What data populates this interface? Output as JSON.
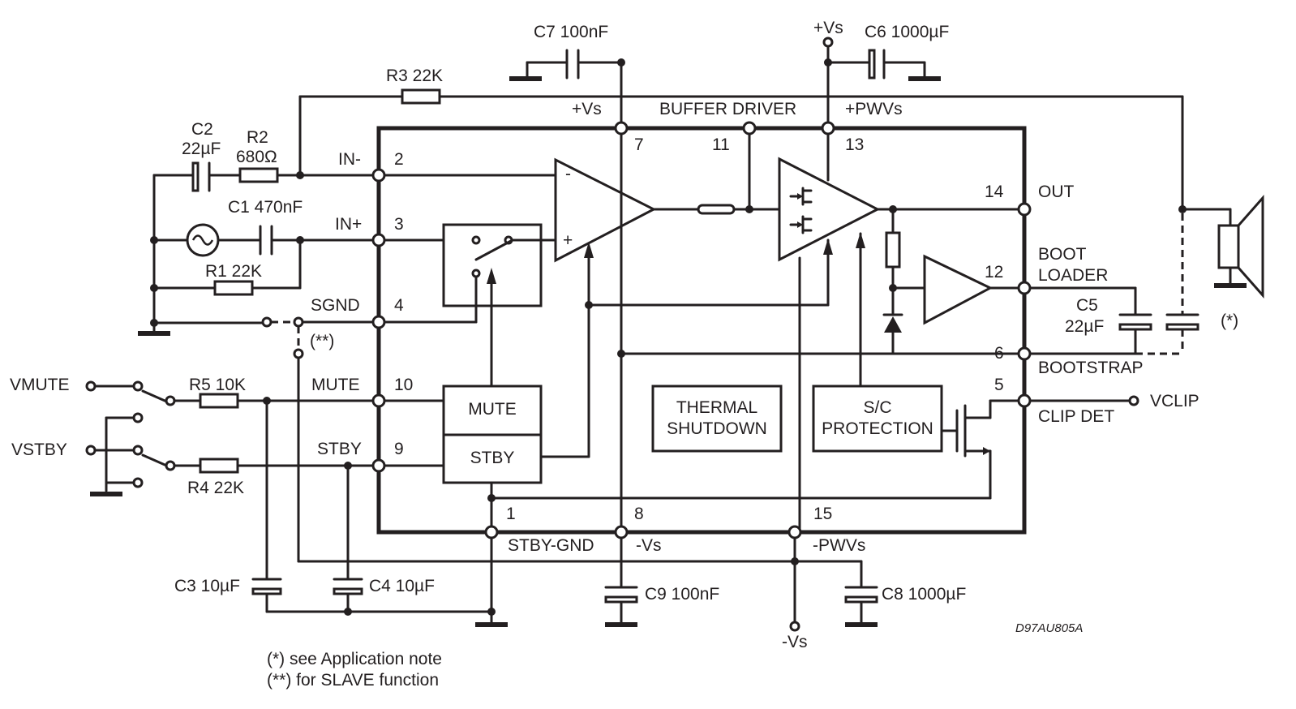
{
  "diagram": {
    "pins": [
      {
        "number": "2",
        "name": "IN-"
      },
      {
        "number": "3",
        "name": "IN+"
      },
      {
        "number": "4",
        "name": "SGND"
      },
      {
        "number": "10",
        "name": "MUTE"
      },
      {
        "number": "9",
        "name": "STBY"
      },
      {
        "number": "7",
        "name": "+Vs"
      },
      {
        "number": "11",
        "name": "BUFFER DRIVER"
      },
      {
        "number": "13",
        "name": "+PWVs"
      },
      {
        "number": "14",
        "name": "OUT"
      },
      {
        "number": "12",
        "name": "BOOT LOADER"
      },
      {
        "number": "6",
        "name": "BOOTSTRAP"
      },
      {
        "number": "5",
        "name": "CLIP DET"
      },
      {
        "number": "1",
        "name": "STBY-GND"
      },
      {
        "number": "8",
        "name": "-Vs"
      },
      {
        "number": "15",
        "name": "-PWVs"
      }
    ],
    "pin_label_lines": {
      "boot_loader": [
        "BOOT",
        "LOADER"
      ]
    },
    "blocks": {
      "mute": "MUTE",
      "stby": "STBY",
      "thermal": [
        "THERMAL",
        "SHUTDOWN"
      ],
      "sc_protection": [
        "S/C",
        "PROTECTION"
      ]
    },
    "components": {
      "c1": "C1 470nF",
      "c2": [
        "C2",
        "22µF"
      ],
      "r1": "R1 22K",
      "r2": [
        "R2",
        "680Ω"
      ],
      "r3": "R3 22K",
      "r4": "R4 22K",
      "r5": "R5 10K",
      "c3": "C3 10µF",
      "c4": "C4 10µF",
      "c5": [
        "C5",
        "22µF"
      ],
      "c6": "C6 1000µF",
      "c7": "C7 100nF",
      "c8": "C8 1000µF",
      "c9": "C9 100nF"
    },
    "external_labels": {
      "vmute": "VMUTE",
      "vstby": "VSTBY",
      "vclip": "VCLIP",
      "vs_top": "+Vs",
      "vs_bottom": "-Vs",
      "slave_mark": "(**)",
      "app_mark": "(*)"
    },
    "op_amp_signs": {
      "minus": "-",
      "plus": "+"
    },
    "drawing_code": "D97AU805A",
    "notes": [
      "(*) see Application note",
      "(**) for SLAVE function"
    ]
  }
}
